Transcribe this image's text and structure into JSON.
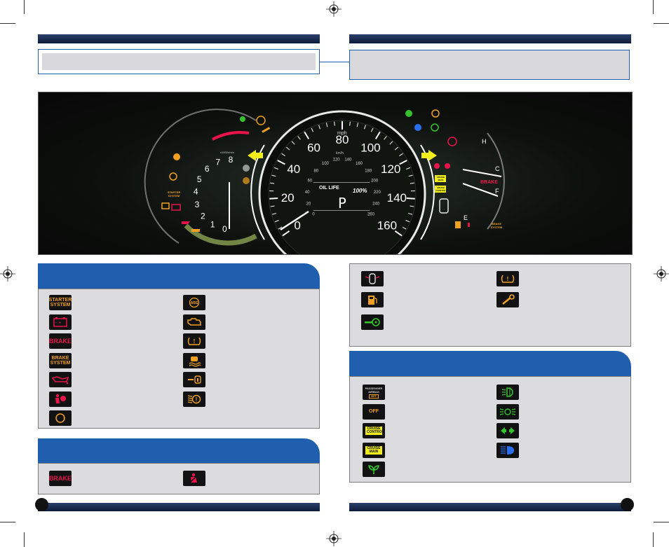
{
  "colors": {
    "accent_blue": "#1f5fad",
    "bar_navy": "#0d1b3a",
    "panel_grey": "#dcdcdf",
    "warning_red": "#e8134a",
    "indicator_amber": "#f0a020",
    "indicator_green": "#35c22e",
    "indicator_blue": "#2a6ef0",
    "indicator_yellow": "#f2ee1c"
  },
  "dashboard": {
    "speedometer": {
      "ticks_major": [
        "0",
        "20",
        "40",
        "60",
        "80",
        "100",
        "120",
        "140",
        "160"
      ],
      "ticks_minor": [
        "0",
        "20",
        "40",
        "60",
        "80",
        "100",
        "120",
        "140",
        "160",
        "180",
        "200",
        "220",
        "240",
        "260"
      ],
      "unit": "mph",
      "unit_minor": "km/h",
      "oil_life_label": "OIL LIFE",
      "oil_life_value": "100%",
      "gear": "P"
    },
    "tachometer": {
      "ticks": [
        "0",
        "1",
        "2",
        "3",
        "4",
        "5",
        "6",
        "7",
        "8"
      ],
      "unit": "x1000r/min"
    },
    "temperature": {
      "high": "H",
      "low": "C"
    },
    "fuel": {
      "full": "F",
      "empty": "E"
    },
    "brake_label": "BRAKE",
    "brake_system_label": "BRAKE SYSTEM",
    "starter_label": "STARTER SYSTEM",
    "cruise_main_label": "CRUISE MAIN",
    "cruise_control_label": "CRUISE CONTROL"
  },
  "left_panel": {
    "col1": [
      {
        "icon": "starter-system-icon",
        "text": "STARTER SYSTEM"
      },
      {
        "icon": "battery-icon",
        "text": ""
      },
      {
        "icon": "brake-text-icon",
        "text": "BRAKE"
      },
      {
        "icon": "brake-system-text-icon",
        "text": "BRAKE SYSTEM"
      },
      {
        "icon": "oil-pressure-icon",
        "text": ""
      },
      {
        "icon": "srs-airbag-icon",
        "text": ""
      },
      {
        "icon": "power-steering-icon",
        "text": ""
      }
    ],
    "col2": [
      {
        "icon": "abs-icon",
        "text": "ABS"
      },
      {
        "icon": "check-engine-icon",
        "text": ""
      },
      {
        "icon": "tpms-icon",
        "text": ""
      },
      {
        "icon": "vsa-icon",
        "text": ""
      },
      {
        "icon": "transmission-temp-icon",
        "text": ""
      },
      {
        "icon": "auto-headlight-icon",
        "text": ""
      }
    ]
  },
  "left_panel_2": {
    "items": [
      {
        "icon": "brake-text-icon",
        "text": "BRAKE"
      },
      {
        "icon": "seatbelt-reminder-icon",
        "text": ""
      }
    ]
  },
  "right_panel_1": {
    "items": [
      {
        "icon": "door-open-icon",
        "text": ""
      },
      {
        "icon": "tpms-icon",
        "text": ""
      },
      {
        "icon": "low-fuel-icon",
        "text": ""
      },
      {
        "icon": "maintenance-wrench-icon",
        "text": ""
      },
      {
        "icon": "immobilizer-key-icon",
        "text": ""
      }
    ]
  },
  "right_panel_2": {
    "col1": [
      {
        "icon": "passenger-airbag-off-icon",
        "text": "PASSENGER AIRBAG",
        "text2": "OFF"
      },
      {
        "icon": "vsa-off-icon",
        "text": "OFF"
      },
      {
        "icon": "cruise-control-icon",
        "text": "CRUISE CONTROL"
      },
      {
        "icon": "cruise-main-icon",
        "text": "CRUISE MAIN"
      },
      {
        "icon": "eco-assist-icon",
        "text": ""
      }
    ],
    "col2": [
      {
        "icon": "fog-light-icon",
        "text": ""
      },
      {
        "icon": "parking-lights-icon",
        "text": ""
      },
      {
        "icon": "turn-signal-icon",
        "text": ""
      },
      {
        "icon": "high-beam-icon",
        "text": ""
      }
    ]
  }
}
